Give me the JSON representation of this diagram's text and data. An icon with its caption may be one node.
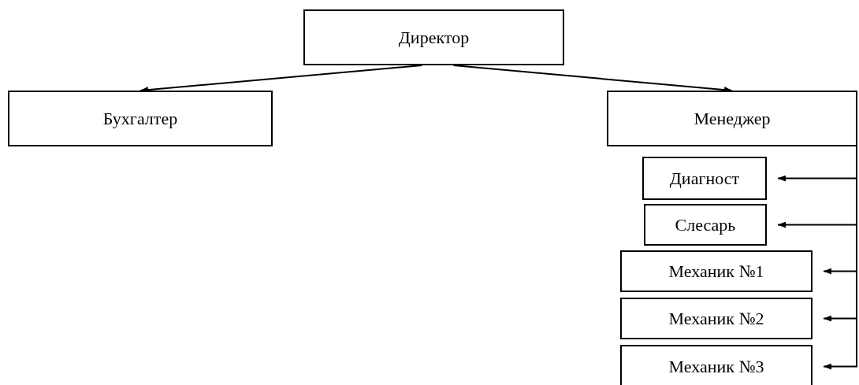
{
  "diagram": {
    "nodes": [
      {
        "text": [
          "Директор"
        ]
      },
      {
        "text": [
          "Бухгалтер"
        ]
      },
      {
        "text": [
          "Менеджер"
        ]
      },
      {
        "text": [
          "Диагност"
        ]
      },
      {
        "text": [
          "Слесарь"
        ]
      },
      {
        "text": [
          "Механик №1"
        ]
      },
      {
        "text": [
          "Механик №2"
        ]
      },
      {
        "text": [
          "Механик №3"
        ]
      }
    ],
    "edges": [
      {
        "from": 0,
        "to": 1,
        "arrow": "to"
      },
      {
        "from": 0,
        "to": 2,
        "arrow": "to"
      },
      {
        "from": 2,
        "to": 3,
        "arrow": "to"
      },
      {
        "from": 2,
        "to": 4,
        "arrow": "to"
      },
      {
        "from": 2,
        "to": 5,
        "arrow": "to"
      },
      {
        "from": 2,
        "to": 6,
        "arrow": "to"
      },
      {
        "from": 2,
        "to": 7,
        "arrow": "to"
      }
    ]
  }
}
